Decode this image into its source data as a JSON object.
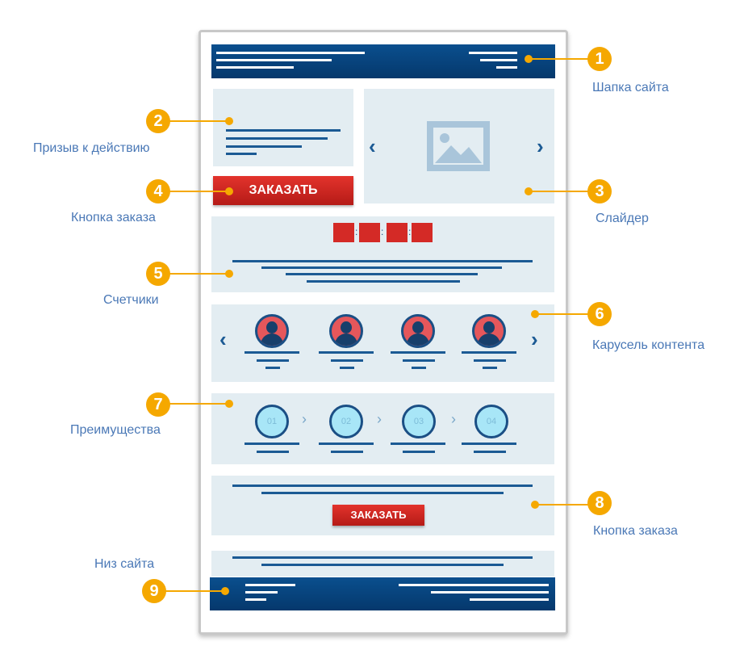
{
  "labels": {
    "header": "Шапка сайта",
    "cta": "Призыв к действию",
    "order_button_top": "Кнопка заказа",
    "slider": "Слайдер",
    "counters": "Счетчики",
    "carousel": "Карусель контента",
    "advantages": "Преимущества",
    "order_button_bottom": "Кнопка заказа",
    "footer": "Низ сайта"
  },
  "badges": [
    "1",
    "2",
    "3",
    "4",
    "5",
    "6",
    "7",
    "8",
    "9"
  ],
  "buttons": {
    "order_top": "ЗАКАЗАТЬ",
    "order_bottom": "ЗАКАЗАТЬ"
  },
  "steps": [
    "01",
    "02",
    "03",
    "04"
  ],
  "colors": {
    "navy": "#05386c",
    "accent": "#f5a800",
    "red": "#d42a26",
    "block": "#e3edf2",
    "label": "#4a78b6"
  }
}
